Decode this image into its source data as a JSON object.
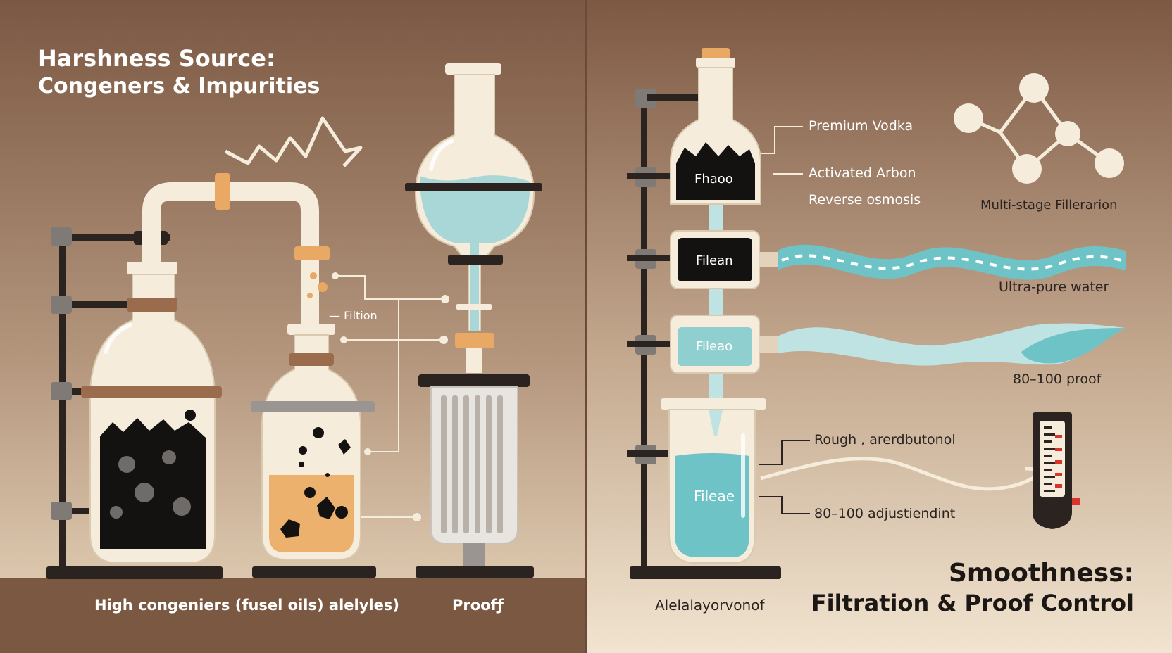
{
  "left_panel": {
    "title_line1": "Harshness Source:",
    "title_line2": "Congeners & Impurities",
    "filtration_label": "— Filtion",
    "caption_congeners": "High congeniers (fusel oils) alelyles)",
    "caption_proof": "Proofƒ"
  },
  "right_panel": {
    "label_premium": "Premium Vodka",
    "label_carbon": "Activated Arbon",
    "label_ro": "Reverse osmosis",
    "label_multistage": "Multi-stage Fillerarion",
    "label_water": "Ultra-pure water",
    "label_proof": "80–100 proof",
    "label_rough": "Rough , arerdbutonol",
    "label_adjust": "80–100 adjustiendint",
    "filter_1": "Fhaoo",
    "filter_2": "Filean",
    "filter_3": "Fileao",
    "beaker_label": "Fileae",
    "stand_caption": "Alelalayorvonof",
    "title_line1": "Smoothness:",
    "title_line2": "Filtration & Proof Control"
  },
  "colors": {
    "left_bg_top": "#7d5944",
    "left_bg_bottom": "#e7d5bc",
    "right_bg_top": "#7e5943",
    "right_bg_bottom": "#efe1cc",
    "glass": "#f5ecdb",
    "liquid_blue": "#a9d6d6",
    "liquid_teal": "#6ec3c6",
    "liquid_amber": "#ecb16d",
    "orange_band": "#e9a864",
    "brown_band": "#9a6b4d",
    "dark": "#2b2320"
  }
}
